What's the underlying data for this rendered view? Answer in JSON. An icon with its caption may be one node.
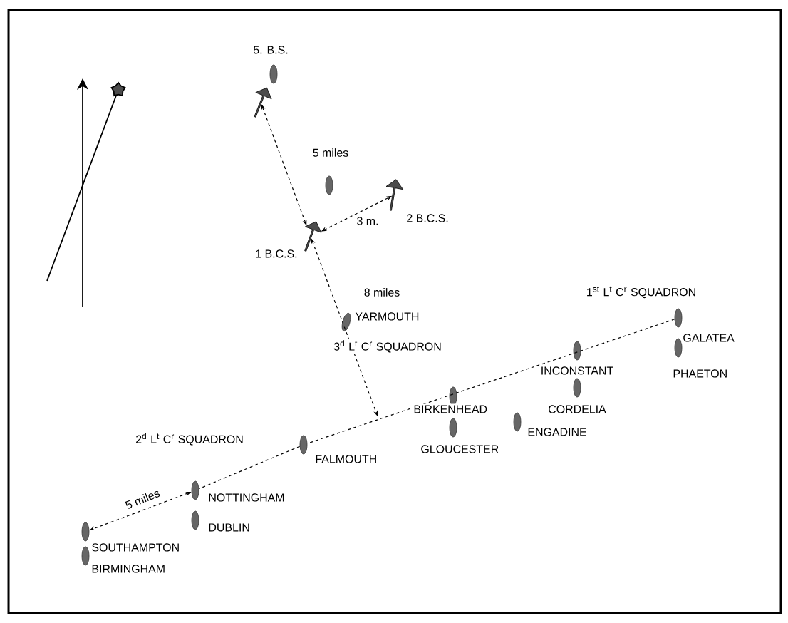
{
  "diagram": {
    "nodes": [
      {
        "text": [],
        "shape": "ship",
        "beside": [
          "5. B.S."
        ]
      },
      {
        "text": [],
        "shape": "arrow"
      },
      {
        "text": [],
        "shape": "ship"
      },
      {
        "text": [],
        "shape": "arrow",
        "beside": [
          "2 B.C.S."
        ]
      },
      {
        "text": [],
        "shape": "arrow",
        "beside": [
          "1 B.C.S."
        ]
      },
      {
        "text": [],
        "shape": "ship",
        "beside": [
          "YARMOUTH"
        ]
      },
      {
        "text": [],
        "shape": "ship",
        "beside": [
          "GALATEA"
        ]
      },
      {
        "text": [],
        "shape": "ship",
        "beside": [
          "INCONSTANT"
        ]
      },
      {
        "text": [],
        "shape": "ship",
        "beside": [
          "PHAETON"
        ]
      },
      {
        "text": [],
        "shape": "ship",
        "beside": [
          "CORDELIA"
        ]
      },
      {
        "text": [],
        "shape": "ship",
        "beside": [
          "BIRKENHEAD"
        ]
      },
      {
        "text": [],
        "shape": "ship",
        "beside": [
          "ENGADINE"
        ]
      },
      {
        "text": [],
        "shape": "ship",
        "beside": [
          "GLOUCESTER"
        ]
      },
      {
        "text": [],
        "shape": "ship",
        "beside": [
          "FALMOUTH"
        ]
      },
      {
        "text": [],
        "shape": "ship",
        "beside": [
          "NOTTINGHAM"
        ]
      },
      {
        "text": [],
        "shape": "ship",
        "beside": [
          "DUBLIN"
        ]
      },
      {
        "text": [],
        "shape": "ship",
        "beside": [
          "SOUTHAMPTON"
        ]
      },
      {
        "text": [],
        "shape": "ship",
        "beside": [
          "BIRMINGHAM"
        ]
      }
    ],
    "edges": [
      {
        "from": 4,
        "to": 1,
        "arrow": "both",
        "label": "5 miles",
        "style": "dashed"
      },
      {
        "from": 4,
        "to": 3,
        "arrow": "both",
        "label": "3 m.",
        "style": "dashed"
      },
      {
        "from": 4,
        "to": null,
        "arrow": "both",
        "label": "8 miles",
        "style": "dashed"
      },
      {
        "from": 6,
        "to": 13,
        "arrow": "none",
        "style": "dashed"
      },
      {
        "from": 13,
        "to": 14,
        "arrow": "none",
        "style": "dashed"
      },
      {
        "from": 14,
        "to": 16,
        "arrow": "both",
        "label": "5 miles",
        "style": "dashed"
      }
    ],
    "labels": [
      "1$^{st}$ L$^{t}$ C$^{r}$ SQUADRON",
      "3$^{d}$ L$^{t}$ C$^{r}$ SQUADRON",
      "2$^{d}$ L$^{t}$ C$^{r}$ SQUADRON"
    ]
  }
}
